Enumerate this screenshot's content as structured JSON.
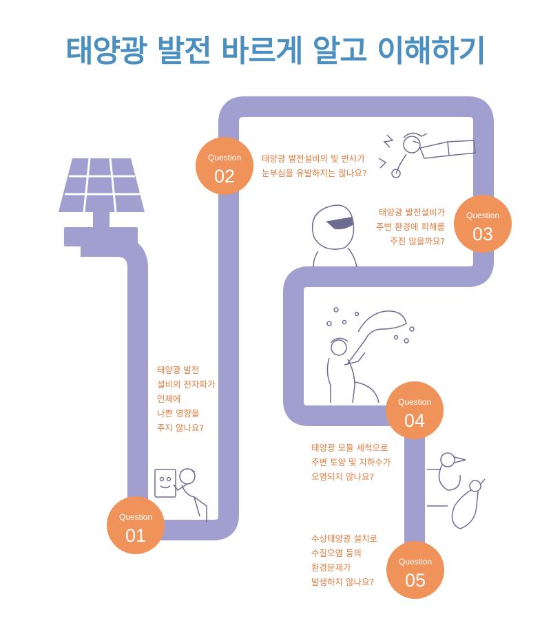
{
  "title": "태양광 발전 바르게 알고 이해하기",
  "colors": {
    "title": "#4a8fbf",
    "path": "#a09fcf",
    "badge": "#f0935a",
    "question_text": "#e07a3c",
    "illustration_line": "#6d6b8f"
  },
  "questions": [
    {
      "label": "Question",
      "number": "01",
      "lines": [
        "태양광 발전",
        "설비의 전자파가",
        "인체에",
        "나쁜 영향을",
        "주지 않나요?"
      ]
    },
    {
      "label": "Question",
      "number": "02",
      "lines": [
        "태양광 발전설비의 빛 반사가",
        "눈부심을 유발하지는 않나요?"
      ]
    },
    {
      "label": "Question",
      "number": "03",
      "lines": [
        "태양광 발전설비가",
        "주변 환경에 피해를",
        "주진 않을까요?"
      ]
    },
    {
      "label": "Question",
      "number": "04",
      "lines": [
        "태양광 모듈 세척으로",
        "주변 토양 및 지하수가",
        "오염되지 않나요?"
      ]
    },
    {
      "label": "Question",
      "number": "05",
      "lines": [
        "수상태양광 설치로",
        "수질오염 등의",
        "환경문제가",
        "발생하지 않나요?"
      ]
    }
  ],
  "icons": {
    "solar_panel": "solar-panel-icon",
    "meter_person": "meter-inspector-icon",
    "glasses_person": "sunglasses-person-icon",
    "flying_person": "flying-person-icon",
    "washer": "panel-washer-icon",
    "birds": "water-birds-icon"
  }
}
